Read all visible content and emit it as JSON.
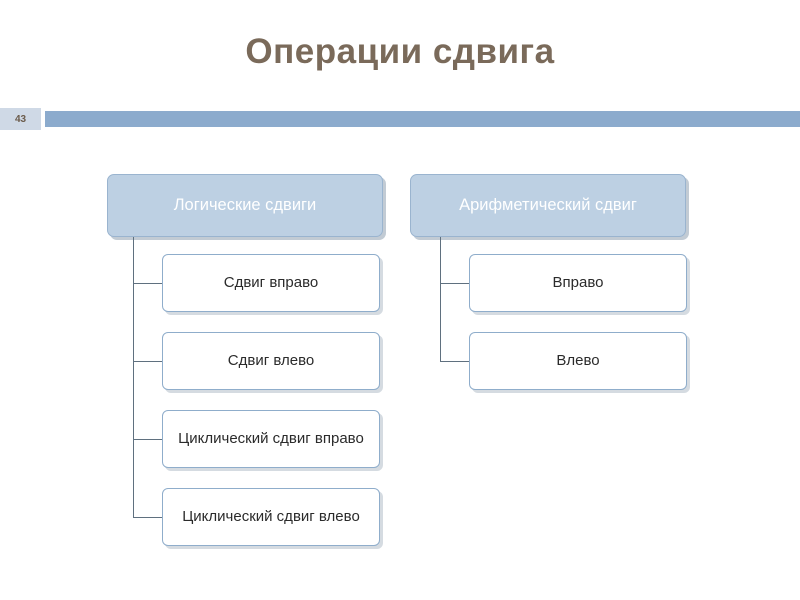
{
  "slide": {
    "title": "Операции сдвига",
    "page_number": "43",
    "accent_color": "#8cabcd",
    "title_color": "#7a6a5a",
    "parent_node_color": "#bdd0e3",
    "child_node_border_color": "#8fadcb"
  },
  "diagram": {
    "type": "tree",
    "branches": [
      {
        "parent": "Логические сдвиги",
        "children": [
          "Сдвиг вправо",
          "Сдвиг влево",
          "Циклический сдвиг вправо",
          "Циклический сдвиг влево"
        ]
      },
      {
        "parent": "Арифметический сдвиг",
        "children": [
          "Вправо",
          "Влево"
        ]
      }
    ]
  }
}
